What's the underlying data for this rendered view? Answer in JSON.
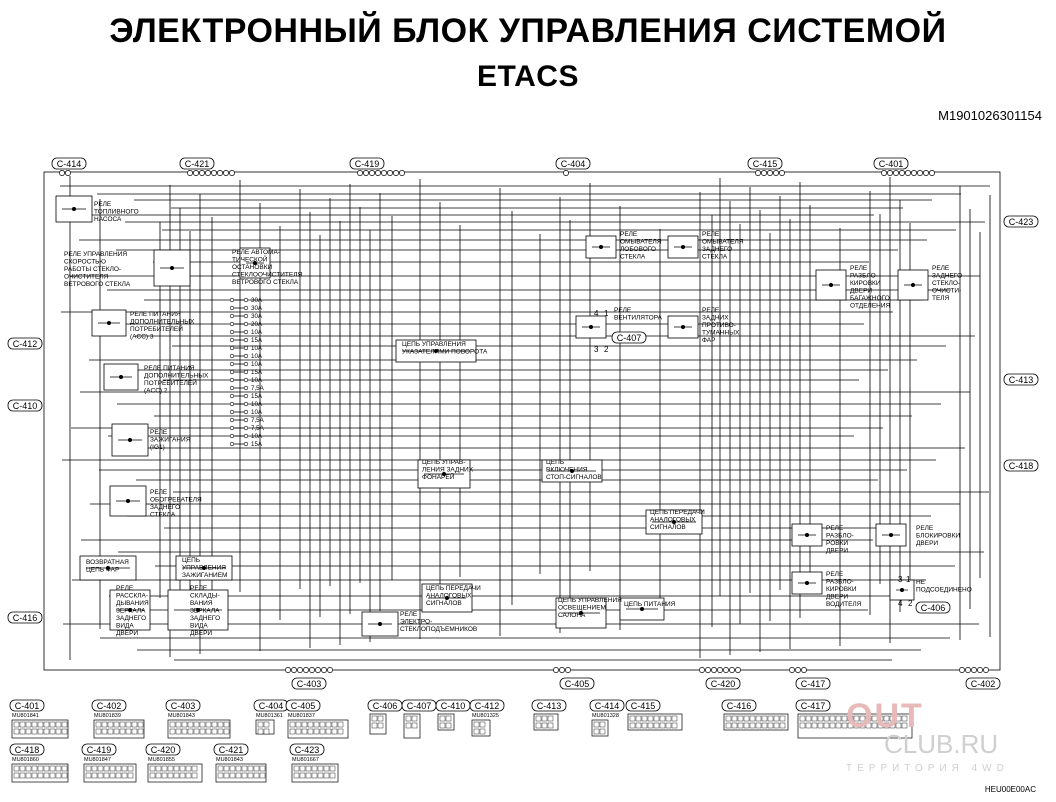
{
  "header": {
    "title_line1": "ЭЛЕКТРОННЫЙ БЛОК УПРАВЛЕНИЯ СИСТЕМОЙ",
    "title_line2": "ETACS",
    "doc_id": "M1901026301154"
  },
  "connectors_top": [
    "C-414",
    "C-421",
    "C-419",
    "C-404",
    "C-415",
    "C-401"
  ],
  "connectors_side": {
    "left": [
      "C-412",
      "C-410",
      "C-416"
    ],
    "right": [
      "C-423",
      "C-413",
      "C-418"
    ]
  },
  "connectors_bottom": [
    "C-403",
    "C-405",
    "C-420",
    "C-417",
    "C-402"
  ],
  "inner_connectors": [
    "C-407",
    "C-406"
  ],
  "blocks": [
    {
      "lines": [
        "РЕЛЕ",
        "ТОПЛИВНОГО",
        "НАСОСА"
      ]
    },
    {
      "lines": [
        "РЕЛЕ УПРАВЛЕНИЯ",
        "СКОРОСТЬЮ",
        "РАБОТЫ СТЕКЛО-",
        "ОЧИСТИТЕЛЯ",
        "ВЕТРОВОГО СТЕКЛА"
      ]
    },
    {
      "lines": [
        "РЕЛЕ АВТОМА-",
        "ТИЧЕСКОЙ",
        "ОСТАНОВКИ",
        "СТЕКЛООЧИСТИТЕЛЯ",
        "ВЕТРОВОГО СТЕКЛА"
      ]
    },
    {
      "lines": [
        "РЕЛЕ ПИТАНИЯ",
        "ДОПОЛНИТЕЛЬНЫХ",
        "ПОТРЕБИТЕЛЕЙ",
        "(ACC) 3"
      ]
    },
    {
      "lines": [
        "РЕЛЕ ПИТАНИЯ",
        "ДОПОЛНИТЕЛЬНЫХ",
        "ПОТРЕБИТЕЛЕЙ",
        "(ACC) 2"
      ]
    },
    {
      "lines": [
        "РЕЛЕ",
        "ЗАЖИГАНИЯ",
        "(IG1)"
      ]
    },
    {
      "lines": [
        "РЕЛЕ",
        "ОБОГРЕВАТЕЛЯ",
        "ЗАДНЕГО",
        "СТЕКЛА"
      ]
    },
    {
      "lines": [
        "ВОЗВРАТНАЯ",
        "ЦЕПЬ ФАР"
      ]
    },
    {
      "lines": [
        "ЦЕПЬ",
        "УПРАВЛЕНИЯ",
        "ЗАЖИГАНИЕМ"
      ]
    },
    {
      "lines": [
        "РЕЛЕ",
        "РАССКЛА-",
        "ДЫВАНИЯ",
        "ЗЕРКАЛА",
        "ЗАДНЕГО",
        "ВИДА",
        "ДВЕРИ"
      ]
    },
    {
      "lines": [
        "РЕЛЕ",
        "СКЛАДЫ-",
        "ВАНИЯ",
        "ЗЕРКАЛА",
        "ЗАДНЕГО",
        "ВИДА",
        "ДВЕРИ"
      ]
    },
    {
      "lines": [
        "ЦЕПЬ УПРАВЛЕНИЯ",
        "УКАЗАТЕЛЯМИ ПОВОРОТА"
      ]
    },
    {
      "lines": [
        "ЦЕПЬ УПРАВ-",
        "ЛЕНИЯ ЗАДНИХ",
        "ФОНАРЕЙ"
      ]
    },
    {
      "lines": [
        "ЦЕПЬ ПЕРЕДАЧИ",
        "АНАЛОГОВЫХ",
        "СИГНАЛОВ"
      ]
    },
    {
      "lines": [
        "РЕЛЕ",
        "ЭЛЕКТРО-",
        "СТЕКЛОПОДЪЕМНИКОВ"
      ]
    },
    {
      "lines": [
        "РЕЛЕ",
        "ОМЫВАТЕЛЯ",
        "ЛОБОВОГО",
        "СТЕКЛА"
      ]
    },
    {
      "lines": [
        "РЕЛЕ",
        "ОМЫВАТЕЛЯ",
        "ЗАДНЕГО",
        "СТЕКЛА"
      ]
    },
    {
      "lines": [
        "РЕЛЕ",
        "ВЕНТИЛЯТОРА"
      ]
    },
    {
      "lines": [
        "РЕЛЕ",
        "ЗАДНИХ",
        "ПРОТИВО-",
        "ТУМАННЫХ",
        "ФАР"
      ]
    },
    {
      "lines": [
        "ЦЕПЬ",
        "ВКЛЮЧЕНИЯ",
        "СТОП-СИГНАЛОВ"
      ]
    },
    {
      "lines": [
        "ЦЕПЬ ПЕРЕДАЧИ",
        "АНАЛОГОВЫХ",
        "СИГНАЛОВ"
      ]
    },
    {
      "lines": [
        "ЦЕПЬ УПРАВЛЕНИЯ",
        "ОСВЕЩЕНИЕМ",
        "САЛОНА"
      ]
    },
    {
      "lines": [
        "ЦЕПЬ ПИТАНИЯ"
      ]
    },
    {
      "lines": [
        "РЕЛЕ",
        "РАЗБЛО-",
        "КИРОВКИ",
        "ДВЕРИ",
        "БАГАЖНОГО",
        "ОТДЕЛЕНИЯ"
      ]
    },
    {
      "lines": [
        "РЕЛЕ",
        "ЗАДНЕГО",
        "СТЕКЛО-",
        "ОЧИСТИ-",
        "ТЕЛЯ"
      ]
    },
    {
      "lines": [
        "РЕЛЕ",
        "РАЗБЛО-",
        "РОВКИ",
        "ДВЕРИ"
      ]
    },
    {
      "lines": [
        "РЕЛЕ",
        "БЛОКИРОВКИ",
        "ДВЕРИ"
      ]
    },
    {
      "lines": [
        "РЕЛЕ",
        "РАЗБЛО-",
        "КИРОВКИ",
        "ДВЕРИ",
        "ВОДИТЕЛЯ"
      ]
    },
    {
      "lines": [
        "НЕ",
        "ПОДСОЕДИНЕНО"
      ]
    }
  ],
  "pin_numbers": {
    "fan_relay": [
      "4",
      "1",
      "3",
      "2"
    ],
    "not_connected": [
      "3",
      "1",
      "4",
      "2"
    ]
  },
  "fuses": [
    "30A",
    "30A",
    "30A",
    "20A",
    "10A",
    "15A",
    "10A",
    "10A",
    "10A",
    "15A",
    "10A",
    "7,5A",
    "15A",
    "10A",
    "10A",
    "7,5A",
    "7,5A",
    "10A",
    "15A"
  ],
  "connector_key": [
    {
      "label": "C-401",
      "part": "MU801841"
    },
    {
      "label": "C-402",
      "part": "MU801839"
    },
    {
      "label": "C-403",
      "part": "MU801843"
    },
    {
      "label": "C-404",
      "part": "MU801361"
    },
    {
      "label": "C-405",
      "part": "MU801837"
    },
    {
      "label": "C-406",
      "part": ""
    },
    {
      "label": "C-407",
      "part": ""
    },
    {
      "label": "C-410",
      "part": ""
    },
    {
      "label": "C-412",
      "part": "MU801325"
    },
    {
      "label": "C-413",
      "part": ""
    },
    {
      "label": "C-414",
      "part": "MU801328"
    },
    {
      "label": "C-415",
      "part": ""
    },
    {
      "label": "C-416",
      "part": ""
    },
    {
      "label": "C-417",
      "part": ""
    },
    {
      "label": "C-418",
      "part": "MU801860"
    },
    {
      "label": "C-419",
      "part": "MU801847"
    },
    {
      "label": "C-420",
      "part": "MU801855"
    },
    {
      "label": "C-421",
      "part": "MU801843"
    },
    {
      "label": "C-423",
      "part": "MU801667"
    }
  ],
  "footer_code": "HEU00E00AC",
  "watermark": {
    "line1": "OUT",
    "line2": "CLUB.RU",
    "line3": "ТЕРРИТОРИЯ 4WD"
  }
}
